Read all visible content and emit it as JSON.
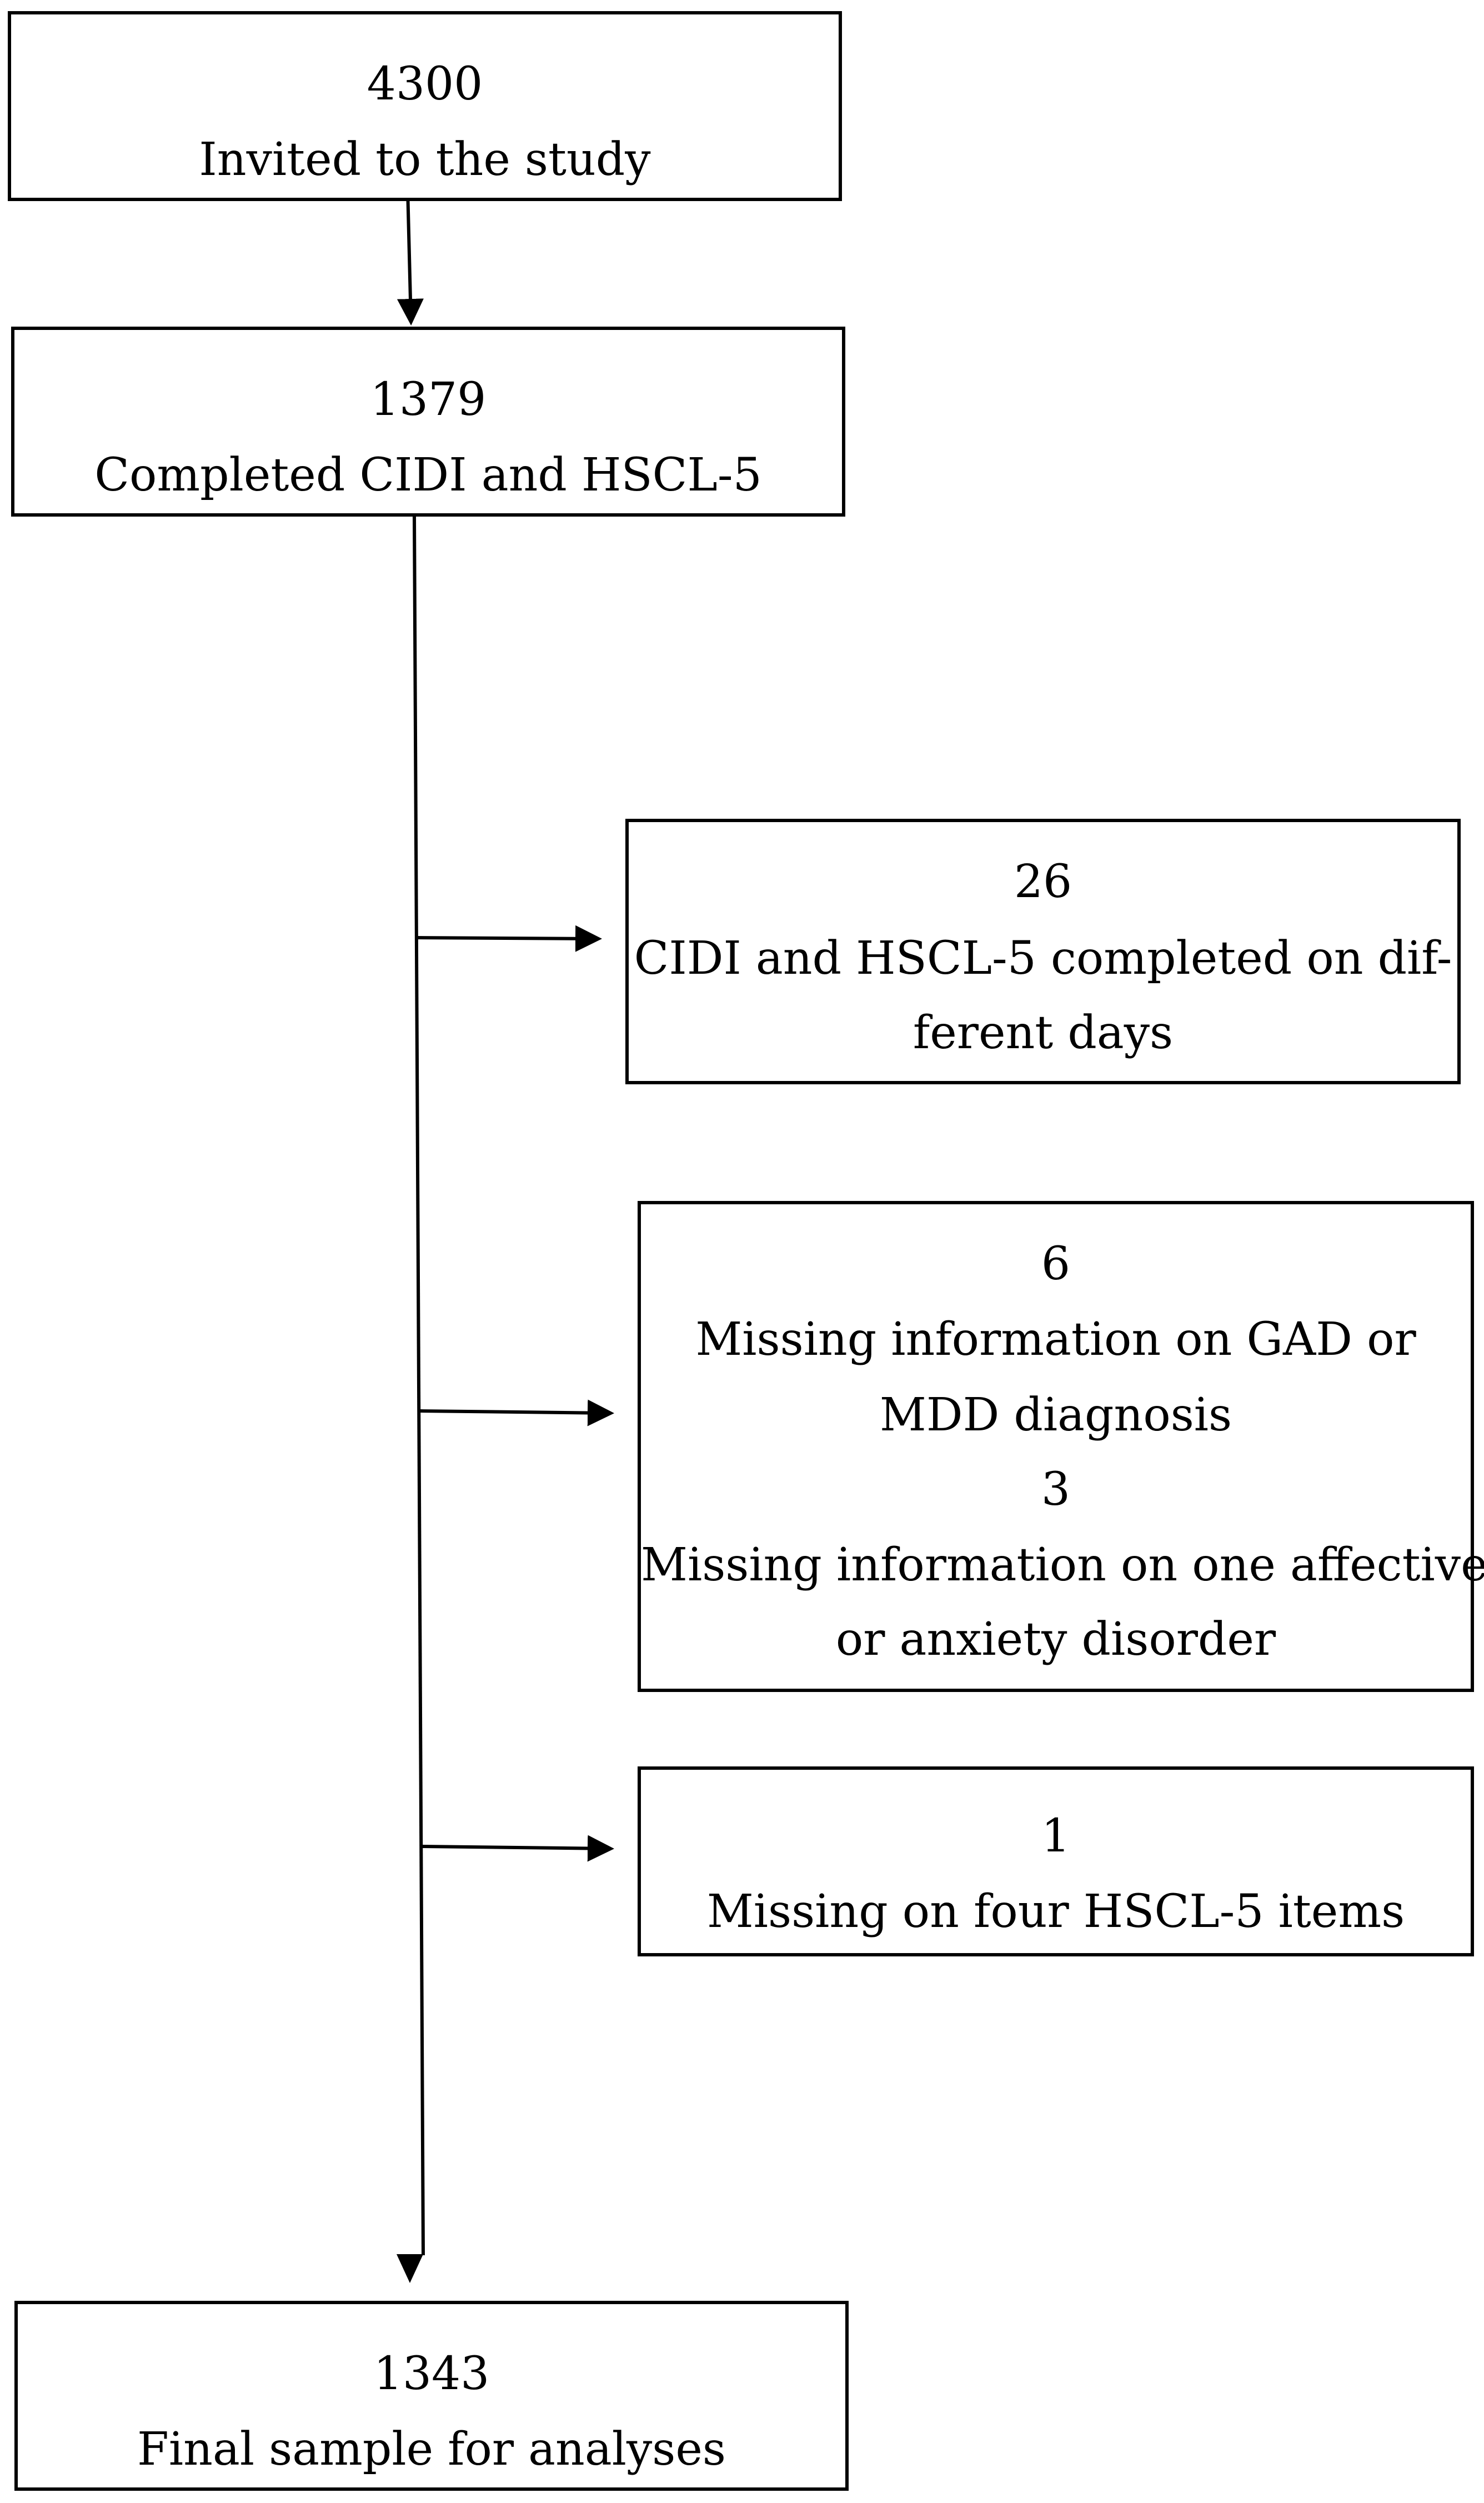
{
  "flowchart": {
    "invited": {
      "count": "4300",
      "label": "Invited to the study"
    },
    "completed": {
      "count": "1379",
      "label": "Completed CIDI and HSCL-5"
    },
    "exclusion_days": {
      "count": "26",
      "label_line1": "CIDI and HSCL-5 completed on dif-",
      "label_line2": "ferent days"
    },
    "exclusion_missing": {
      "count_a": "6",
      "label_a_line1": "Missing information on GAD or",
      "label_a_line2": "MDD diagnosis",
      "count_b": "3",
      "label_b_line1": "Missing information on one affective",
      "label_b_line2": "or anxiety disorder"
    },
    "exclusion_items": {
      "count": "1",
      "label": "Missing on four HSCL-5 items"
    },
    "final": {
      "count": "1343",
      "label": "Final sample for analyses"
    }
  },
  "colors": {
    "line": "#000000",
    "background": "#ffffff"
  }
}
